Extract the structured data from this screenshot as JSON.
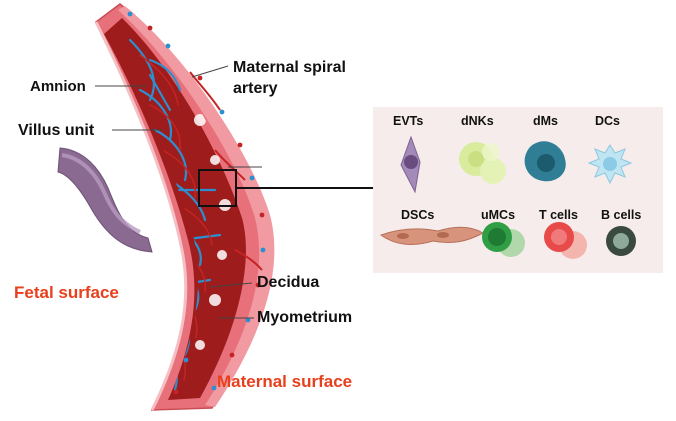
{
  "labels": {
    "amnion": "Amnion",
    "villus_unit": "Villus unit",
    "maternal_spiral_artery": "Maternal spiral artery",
    "decidua": "Decidua",
    "myometrium": "Myometrium",
    "fetal_surface": "Fetal surface",
    "maternal_surface": "Maternal surface"
  },
  "cell_types": {
    "evts": "EVTs",
    "dnks": "dNKs",
    "dms": "dMs",
    "dcs": "DCs",
    "dscs": "DSCs",
    "umcs": "uMCs",
    "t_cells": "T cells",
    "b_cells": "B cells"
  },
  "colors": {
    "fetal_label": "#e8401c",
    "maternal_label": "#e8401c",
    "placenta_outer": "#e8707a",
    "placenta_inner": "#9e1c1c",
    "vessel_blue": "#2c8fd0",
    "vessel_red": "#c42424",
    "panel_bg": "#f6eceb"
  }
}
